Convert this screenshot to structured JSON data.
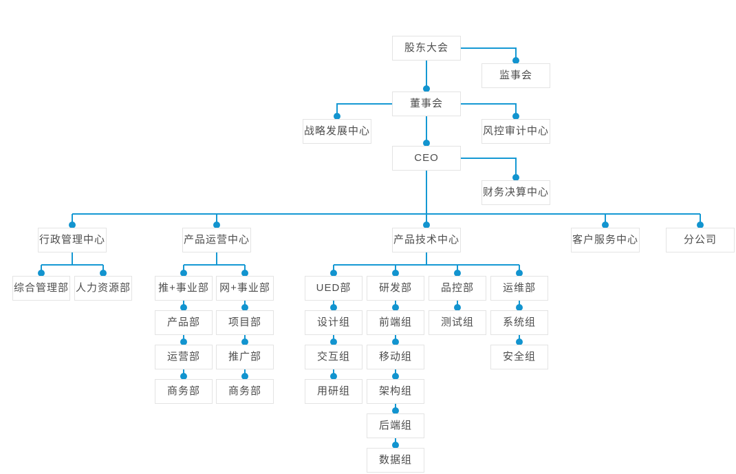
{
  "org_chart": {
    "nodes": {
      "shareholders": "股东大会",
      "supervisory_board": "监事会",
      "board_of_directors": "董事会",
      "strategy_center": "战略发展中心",
      "risk_audit_center": "风控审计中心",
      "ceo": "CEO",
      "finance_center": "财务决算中心",
      "admin_center": "行政管理中心",
      "product_ops_center": "产品运营中心",
      "product_tech_center": "产品技术中心",
      "customer_service_center": "客户服务中心",
      "branch_company": "分公司",
      "general_admin_dept": "综合管理部",
      "hr_dept": "人力资源部",
      "tui_plus_division": "推+事业部",
      "wang_plus_division": "网+事业部",
      "product_dept": "产品部",
      "operations_dept": "运营部",
      "business_dept_tui": "商务部",
      "project_dept": "项目部",
      "promotion_dept": "推广部",
      "business_dept_wang": "商务部",
      "ued_dept": "UED部",
      "rd_dept": "研发部",
      "qc_dept": "品控部",
      "devops_dept": "运维部",
      "design_team": "设计组",
      "interaction_team": "交互组",
      "user_research_team": "用研组",
      "frontend_team": "前端组",
      "mobile_team": "移动组",
      "architecture_team": "架构组",
      "backend_team": "后端组",
      "data_team": "数据组",
      "testing_team": "测试组",
      "system_team": "系统组",
      "security_team": "安全组"
    },
    "edges": [
      [
        "shareholders",
        "supervisory_board"
      ],
      [
        "shareholders",
        "board_of_directors"
      ],
      [
        "board_of_directors",
        "strategy_center"
      ],
      [
        "board_of_directors",
        "risk_audit_center"
      ],
      [
        "board_of_directors",
        "ceo"
      ],
      [
        "ceo",
        "finance_center"
      ],
      [
        "ceo",
        "admin_center"
      ],
      [
        "ceo",
        "product_ops_center"
      ],
      [
        "ceo",
        "product_tech_center"
      ],
      [
        "ceo",
        "customer_service_center"
      ],
      [
        "ceo",
        "branch_company"
      ],
      [
        "admin_center",
        "general_admin_dept"
      ],
      [
        "admin_center",
        "hr_dept"
      ],
      [
        "product_ops_center",
        "tui_plus_division"
      ],
      [
        "product_ops_center",
        "wang_plus_division"
      ],
      [
        "tui_plus_division",
        "product_dept"
      ],
      [
        "product_dept",
        "operations_dept"
      ],
      [
        "operations_dept",
        "business_dept_tui"
      ],
      [
        "wang_plus_division",
        "project_dept"
      ],
      [
        "project_dept",
        "promotion_dept"
      ],
      [
        "promotion_dept",
        "business_dept_wang"
      ],
      [
        "product_tech_center",
        "ued_dept"
      ],
      [
        "product_tech_center",
        "rd_dept"
      ],
      [
        "product_tech_center",
        "qc_dept"
      ],
      [
        "product_tech_center",
        "devops_dept"
      ],
      [
        "ued_dept",
        "design_team"
      ],
      [
        "design_team",
        "interaction_team"
      ],
      [
        "interaction_team",
        "user_research_team"
      ],
      [
        "rd_dept",
        "frontend_team"
      ],
      [
        "frontend_team",
        "mobile_team"
      ],
      [
        "mobile_team",
        "architecture_team"
      ],
      [
        "architecture_team",
        "backend_team"
      ],
      [
        "backend_team",
        "data_team"
      ],
      [
        "qc_dept",
        "testing_team"
      ],
      [
        "devops_dept",
        "system_team"
      ],
      [
        "system_team",
        "security_team"
      ]
    ],
    "colors": {
      "connector": "#1498d3",
      "node_border": "#e3e3e3",
      "node_text": "#4d4d4d",
      "node_background": "#ffffff"
    }
  }
}
